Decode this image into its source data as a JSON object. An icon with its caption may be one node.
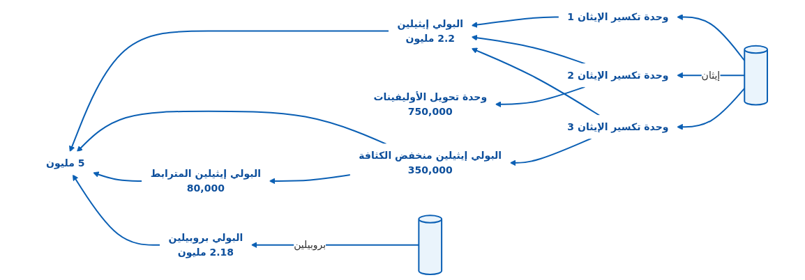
{
  "diagram": {
    "nodes": [
      {
        "text": [],
        "shape": "cylinder"
      },
      {
        "text": [
          "وحدة تكسير الإيثان 1"
        ]
      },
      {
        "text": [
          "وحدة تكسير الإيثان 2"
        ]
      },
      {
        "text": [
          "وحدة تكسير الإيثان 3"
        ]
      },
      {
        "text": [],
        "shape": "cylinder"
      },
      {
        "text": [
          "البولي إيثيلين",
          "2.2 مليون"
        ]
      },
      {
        "text": [
          "وحدة تحويل الأوليفينات",
          "750,000"
        ]
      },
      {
        "text": [
          "البولي إيثيلين منخفض الكثافة",
          "350,000"
        ]
      },
      {
        "text": [
          "البولي إيثيلين المترابط",
          "80,000"
        ]
      },
      {
        "text": [
          "البولي بروبيلين",
          "2.18 مليون"
        ]
      },
      {
        "text": [
          "5 مليون"
        ]
      }
    ],
    "edges": [
      {
        "from": 0,
        "to": 1,
        "arrow": "to"
      },
      {
        "from": 0,
        "to": 2,
        "arrow": "to",
        "label": "إيثان"
      },
      {
        "from": 0,
        "to": 3,
        "arrow": "to"
      },
      {
        "from": 1,
        "to": 5,
        "arrow": "to"
      },
      {
        "from": 2,
        "to": 5,
        "arrow": "to"
      },
      {
        "from": 3,
        "to": 5,
        "arrow": "to"
      },
      {
        "from": 2,
        "to": 6,
        "arrow": "to"
      },
      {
        "from": 3,
        "to": 7,
        "arrow": "to"
      },
      {
        "from": 7,
        "to": 8,
        "arrow": "to"
      },
      {
        "from": 4,
        "to": 9,
        "arrow": "to",
        "label": "بروبيلين"
      },
      {
        "from": 5,
        "to": 10,
        "arrow": "to"
      },
      {
        "from": 7,
        "to": 10,
        "arrow": "to"
      },
      {
        "from": 8,
        "to": 10,
        "arrow": "to"
      },
      {
        "from": 9,
        "to": 10,
        "arrow": "to"
      }
    ]
  }
}
